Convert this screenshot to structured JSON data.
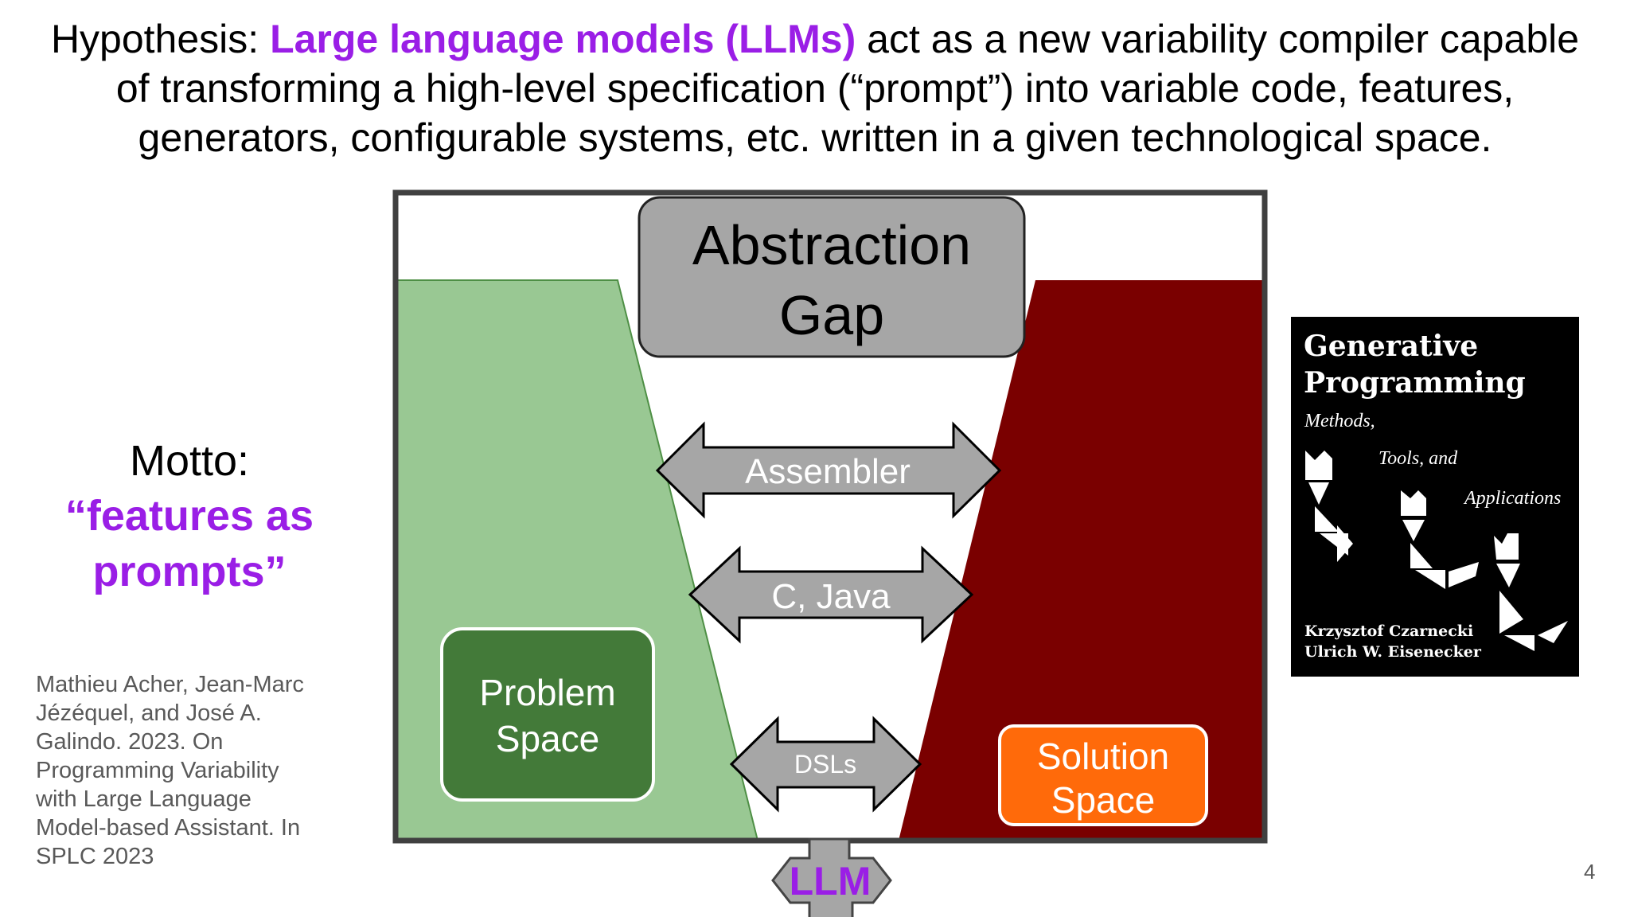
{
  "colors": {
    "accent": "#9a1ee6",
    "problem_region": "#99c893",
    "problem_box": "#437a39",
    "solution_region": "#7a0000",
    "solution_box": "#ff6a0a",
    "gap_box": "#a6a6a6",
    "arrow": "#a6a6a6",
    "frame": "#404040",
    "citation_text": "#595959"
  },
  "hypothesis": {
    "prefix": "Hypothesis: ",
    "highlight": "Large language models (LLMs)",
    "line1_rest": " act as a new variability compiler capable",
    "line2": "of transforming a high-level specification (“prompt”) into variable code, features,",
    "line3": "generators, configurable systems, etc. written in a given technological space."
  },
  "motto": {
    "label": "Motto:",
    "quote_line1": "“features as",
    "quote_line2": "prompts”"
  },
  "citation": {
    "lines": [
      "Mathieu Acher, Jean-Marc",
      "Jézéquel, and José A.",
      "Galindo. 2023. On",
      "Programming Variability",
      "with Large Language",
      "Model-based Assistant. In",
      "SPLC 2023"
    ]
  },
  "diagram": {
    "gap_line1": "Abstraction",
    "gap_line2": "Gap",
    "arrows": [
      "Assembler",
      "C, Java",
      "DSLs"
    ],
    "problem_line1": "Problem",
    "problem_line2": "Space",
    "solution_line1": "Solution",
    "solution_line2": "Space",
    "llm_label": "LLM"
  },
  "book": {
    "title_line1": "Generative",
    "title_line2": "Programming",
    "subtitle_1": "Methods,",
    "subtitle_2": "Tools, and",
    "subtitle_3": "Applications",
    "author_1": "Krzysztof Czarnecki",
    "author_2": "Ulrich W. Eisenecker"
  },
  "page_number": "4"
}
